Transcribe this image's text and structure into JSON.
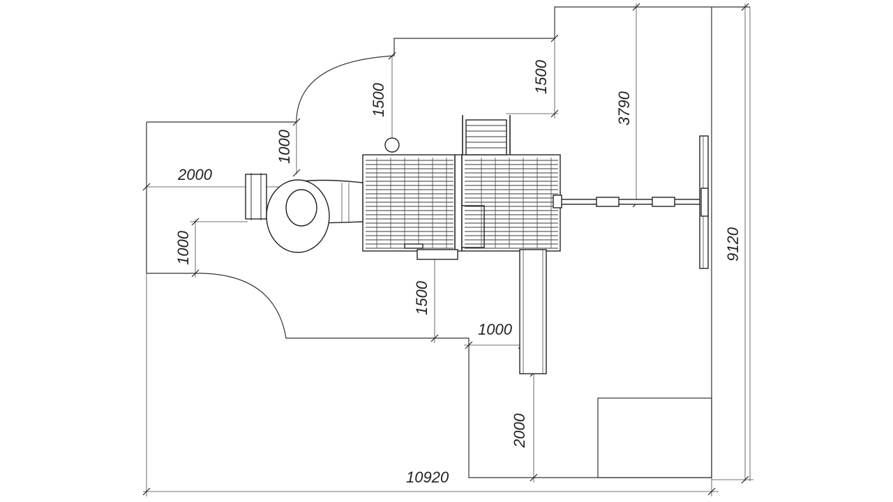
{
  "dimensions": {
    "left_clearance": "2000",
    "left_top_clearance": "1000",
    "left_bottom_clearance": "1000",
    "top_ladder_clearance": "1500",
    "top_step_clearance": "1500",
    "swing_clearance": "3790",
    "bottom_clearance": "1500",
    "slide_side_clearance": "1000",
    "slide_end_clearance": "2000",
    "total_width": "10920",
    "total_height": "9120"
  }
}
